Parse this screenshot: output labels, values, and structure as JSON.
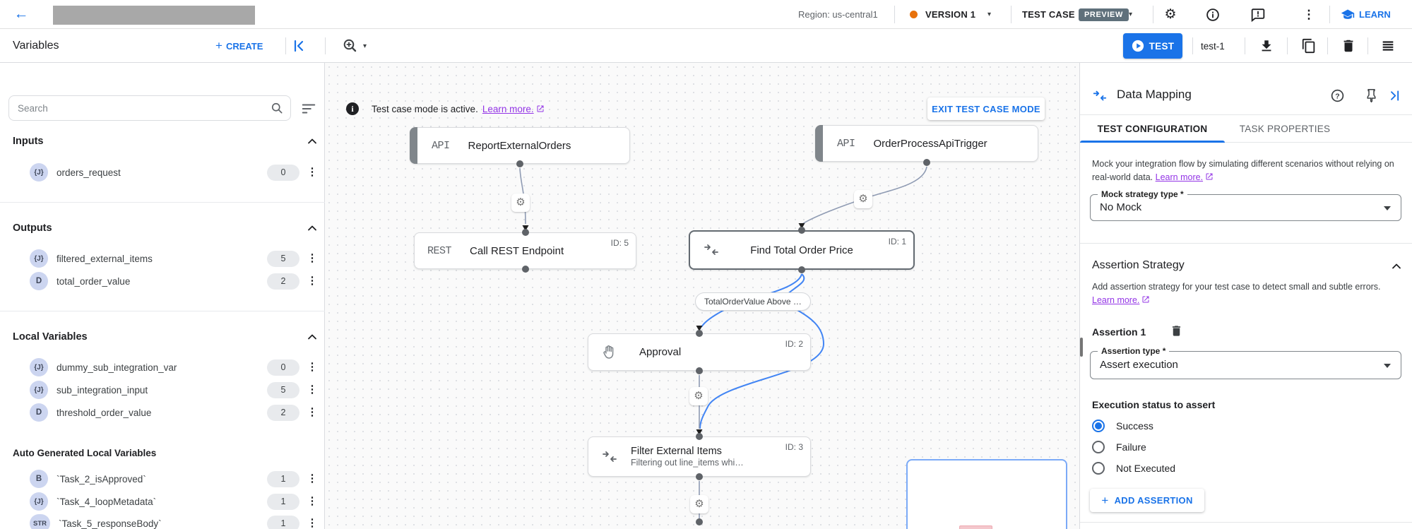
{
  "colors": {
    "accent_blue": "#1a73e8",
    "link_purple": "#9334e6",
    "preview_badge_slate": "#5f707b",
    "version_dot_orange": "#e8710a",
    "edge_blue": "#4285f4"
  },
  "icons": {
    "back": "←",
    "gear": "⚙",
    "kebab": "⋮",
    "caret": "▾",
    "plus": "+",
    "info": "i"
  },
  "app_bar": {
    "region": "Region: us-central1",
    "version_label": "VERSION 1",
    "test_case_label": "TEST CASE",
    "preview_badge": "PREVIEW",
    "learn_label": "LEARN"
  },
  "toolbar": {
    "title": "Variables",
    "create_label": "CREATE",
    "test_button": "TEST",
    "test_case_name": "test-1"
  },
  "variables_panel": {
    "search_placeholder": "Search",
    "inputs": {
      "title": "Inputs",
      "items": [
        {
          "type": "{J}",
          "name": "orders_request",
          "count": "0"
        }
      ]
    },
    "outputs": {
      "title": "Outputs",
      "items": [
        {
          "type": "{J}",
          "name": "filtered_external_items",
          "count": "5"
        },
        {
          "type": "D",
          "name": "total_order_value",
          "count": "2"
        }
      ]
    },
    "local": {
      "title": "Local Variables",
      "items": [
        {
          "type": "{J}",
          "name": "dummy_sub_integration_var",
          "count": "0"
        },
        {
          "type": "{J}",
          "name": "sub_integration_input",
          "count": "5"
        },
        {
          "type": "D",
          "name": "threshold_order_value",
          "count": "2"
        }
      ]
    },
    "auto": {
      "title": "Auto Generated Local Variables",
      "items": [
        {
          "type": "B",
          "name": "`Task_2_isApproved`",
          "count": "1"
        },
        {
          "type": "{J}",
          "name": "`Task_4_loopMetadata`",
          "count": "1"
        },
        {
          "type": "STR",
          "name": "`Task_5_responseBody`",
          "count": "1"
        }
      ]
    }
  },
  "canvas": {
    "banner": {
      "message": "Test case mode is active.",
      "link": "Learn more.",
      "exit_button": "EXIT TEST CASE MODE"
    },
    "nodes": {
      "report_external_orders": {
        "tag": "API",
        "title": "ReportExternalOrders"
      },
      "order_process_api_trigger": {
        "tag": "API",
        "title": "OrderProcessApiTrigger"
      },
      "call_rest_endpoint": {
        "tag": "REST",
        "title": "Call REST Endpoint",
        "id": "ID: 5"
      },
      "find_total_order_price": {
        "title": "Find Total Order Price",
        "id": "ID: 1"
      },
      "approval": {
        "title": "Approval",
        "id": "ID: 2"
      },
      "filter_external_items": {
        "title": "Filter External Items",
        "subtitle": "Filtering out line_items whi…",
        "id": "ID: 3"
      }
    },
    "edge_label": "TotalOrderValue Above …"
  },
  "data_mapping_panel": {
    "title": "Data Mapping",
    "tabs": {
      "test_configuration": "TEST CONFIGURATION",
      "task_properties": "TASK PROPERTIES"
    },
    "mock_section": {
      "description": "Mock your integration flow by simulating different scenarios without relying on real-world data.",
      "learn_more": "Learn more.",
      "field_label": "Mock strategy type *",
      "field_value": "No Mock"
    },
    "assertion_section": {
      "title": "Assertion Strategy",
      "description": "Add assertion strategy for your test case to detect small and subtle errors.",
      "learn_more": "Learn more.",
      "assertion_title": "Assertion 1",
      "type_label": "Assertion type *",
      "type_value": "Assert execution",
      "status_label": "Execution status to assert",
      "options": [
        {
          "label": "Success",
          "selected": true
        },
        {
          "label": "Failure",
          "selected": false
        },
        {
          "label": "Not Executed",
          "selected": false
        }
      ],
      "add_button": "ADD ASSERTION"
    }
  }
}
